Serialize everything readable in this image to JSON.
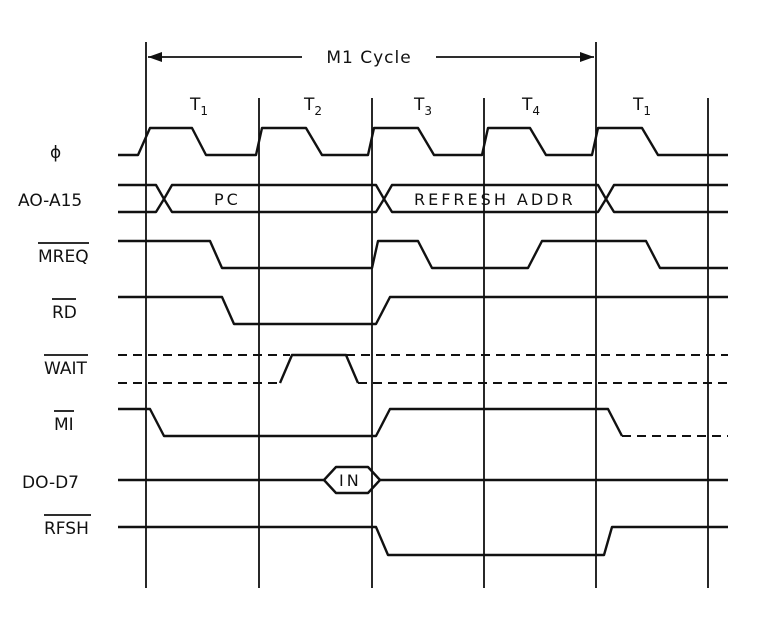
{
  "cycle": {
    "label": "M1 Cycle"
  },
  "states": [
    {
      "name": "T",
      "sub": "1"
    },
    {
      "name": "T",
      "sub": "2"
    },
    {
      "name": "T",
      "sub": "3"
    },
    {
      "name": "T",
      "sub": "4"
    },
    {
      "name": "T",
      "sub": "1"
    }
  ],
  "signals": {
    "phi": "ϕ",
    "addr": "AO-A15",
    "mreq": "MREQ",
    "rd": "RD",
    "wait": "WAIT",
    "m1": "MI",
    "data": "DO-D7",
    "rfsh": "RFSH"
  },
  "bus_values": {
    "pc": "PC",
    "refresh": "REFRESH ADDR",
    "in": "IN"
  }
}
